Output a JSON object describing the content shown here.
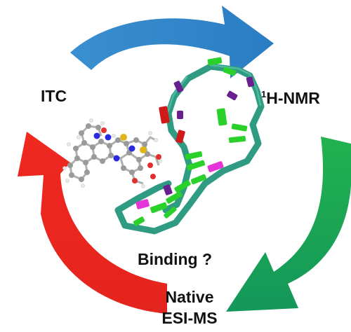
{
  "labels": {
    "left": "ITC",
    "right_sup": "1",
    "right": "H-NMR",
    "center": "Binding ?",
    "bottom_line1": "Native",
    "bottom_line2": "ESI-MS"
  },
  "colors": {
    "arrow_top": "#2f86c6",
    "arrow_right": "#1fa84f",
    "arrow_left": "#e8261f",
    "backbone": "#2e9b82",
    "base_green": "#2bd12b",
    "base_purple": "#6a1f8f",
    "base_red": "#d01a1a",
    "base_magenta": "#e436d8",
    "ligand_atom": "#9a9a9a",
    "ligand_bond": "#b0b0b0"
  }
}
